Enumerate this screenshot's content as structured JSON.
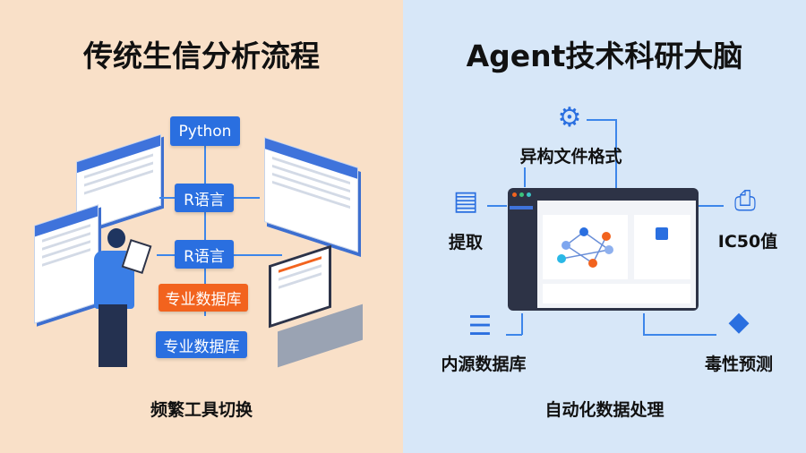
{
  "left": {
    "title": "传统生信分析流程",
    "boxes": [
      "Python",
      "R语言",
      "R语言",
      "专业数据库",
      "专业数据库"
    ],
    "caption": "频繁工具切换"
  },
  "right": {
    "title": "Agent技术科研大脑",
    "nodes": {
      "top": "异构文件格式",
      "left": "提取",
      "right": "IC50值",
      "bottom_left": "内源数据库",
      "bottom_right": "毒性预测"
    },
    "caption": "自动化数据处理"
  },
  "colors": {
    "left_bg": "#f9e0c8",
    "right_bg": "#d7e7f8",
    "accent": "#2a6fe0",
    "orange": "#f2631e"
  }
}
